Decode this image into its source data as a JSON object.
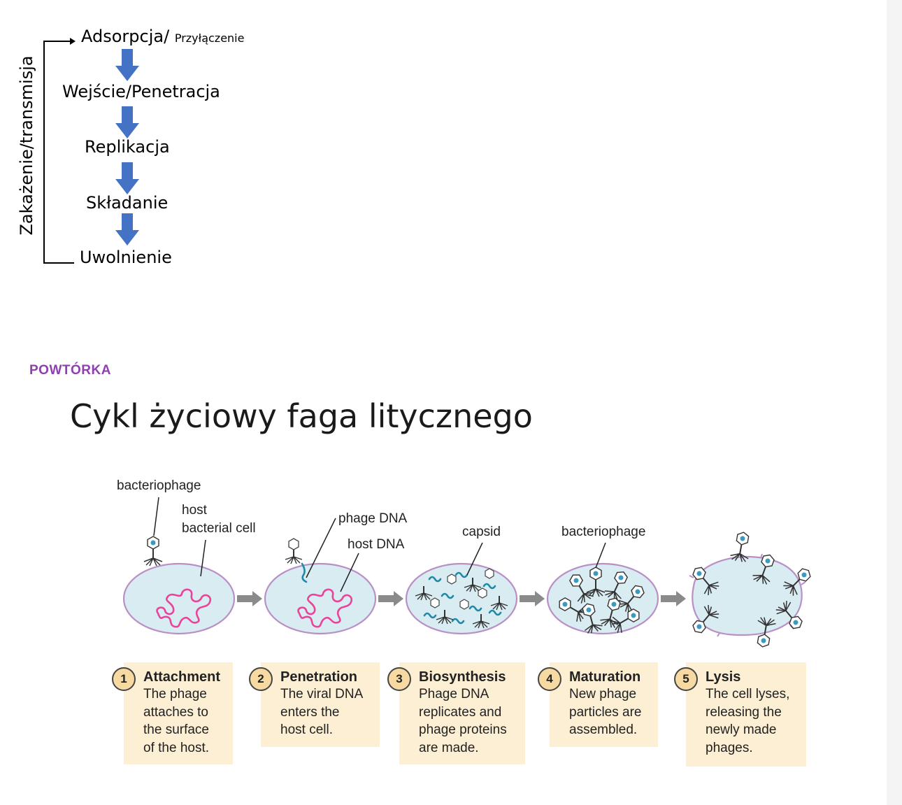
{
  "flow": {
    "side_label": "Zakażenie/transmisja",
    "steps": [
      {
        "main": "Adsorpcja/",
        "note": "Przyłączenie"
      },
      {
        "main": "Wejście/Penetracja"
      },
      {
        "main": "Replikacja"
      },
      {
        "main": "Składanie"
      },
      {
        "main": "Uwolnienie"
      }
    ],
    "arrow_color": "#4472c4"
  },
  "slide": {
    "kicker": "POWTÓRKA",
    "title": "Cykl życiowy faga litycznego"
  },
  "figure": {
    "labels": {
      "bacteriophage_1": "bacteriophage",
      "host_cell": "host\nbacterial cell",
      "phage_dna": "phage DNA",
      "host_dna": "host DNA",
      "capsid": "capsid",
      "bacteriophage_2": "bacteriophage"
    },
    "stages": [
      {
        "number": "1",
        "name": "Attachment",
        "text": "The phage\nattaches to\nthe surface\nof the host."
      },
      {
        "number": "2",
        "name": "Penetration",
        "text": "The viral DNA\nenters the\nhost cell."
      },
      {
        "number": "3",
        "name": "Biosynthesis",
        "text": "Phage DNA\nreplicates and\nphage proteins\nare made."
      },
      {
        "number": "4",
        "name": "Maturation",
        "text": "New phage\nparticles are\nassembled."
      },
      {
        "number": "5",
        "name": "Lysis",
        "text": "The cell lyses,\nreleasing the\nnewly made\nphages."
      }
    ],
    "colors": {
      "cell_fill": "#d9ecf2",
      "cell_border": "#b98fc6",
      "host_dna": "#e8449a",
      "phage_dna": "#1f8aa8",
      "box_fill": "#fcefd4",
      "badge_fill": "#f7d9a2",
      "step_arrow": "#8a8a8a"
    }
  }
}
